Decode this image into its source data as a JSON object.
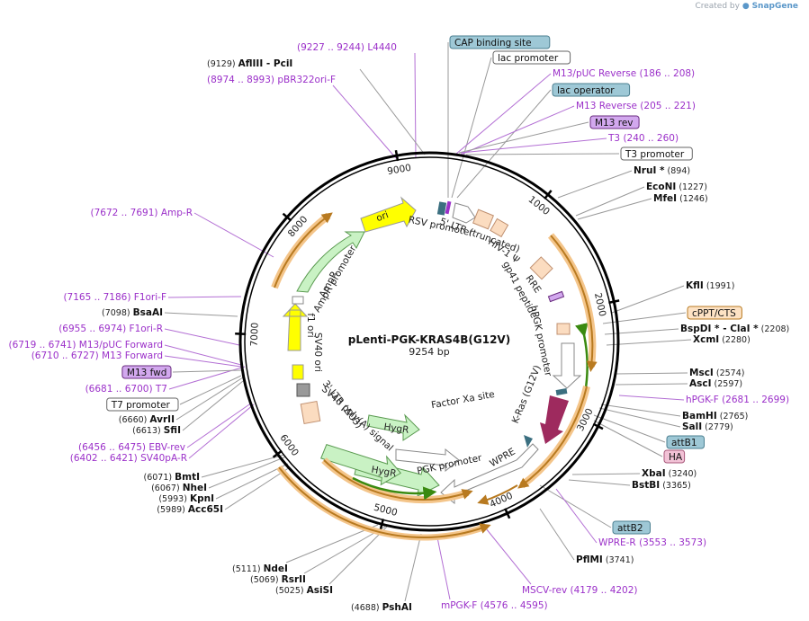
{
  "credit": {
    "prefix": "Created by",
    "brand": "SnapGene"
  },
  "plasmid": {
    "name": "pLenti-PGK-KRAS4B(G12V)",
    "size_label": "9254 bp"
  },
  "colors": {
    "primer": "#9b30c9",
    "site_line": "#888888",
    "backbone": "#000000",
    "orf_highlight": "#f4c58a",
    "orf_line": "#b87a20",
    "green_line": "#3a8a10",
    "protein_box": "#d2a8ee",
    "misc_box": "#9ec8d6"
  },
  "ring_ticks": [
    {
      "label": "1000"
    },
    {
      "label": "2000"
    },
    {
      "label": "3000"
    },
    {
      "label": "4000"
    },
    {
      "label": "5000"
    },
    {
      "label": "6000"
    },
    {
      "label": "7000"
    },
    {
      "label": "8000"
    },
    {
      "label": "9000"
    }
  ],
  "top_labels": [
    {
      "pos": "(9227 .. 9244)",
      "name": "L4440",
      "kind": "primer"
    },
    {
      "pos": "(9129)",
      "name": "AflIII  -  PciI",
      "kind": "site"
    },
    {
      "pos": "(8974 .. 8993)",
      "name": "pBR322ori-F",
      "kind": "primer"
    }
  ],
  "right_labels": [
    {
      "name": "CAP binding site",
      "kind": "box_misc"
    },
    {
      "name": "lac promoter",
      "kind": "box_white"
    },
    {
      "name": "M13/pUC Reverse",
      "pos": "(186 .. 208)",
      "kind": "primer"
    },
    {
      "name": "lac operator",
      "kind": "box_misc"
    },
    {
      "name": "M13 Reverse",
      "pos": "(205 .. 221)",
      "kind": "primer"
    },
    {
      "name": "M13 rev",
      "kind": "box_primer"
    },
    {
      "name": "T3",
      "pos": "(240 .. 260)",
      "kind": "primer"
    },
    {
      "name": "T3 promoter",
      "kind": "box_white"
    },
    {
      "name": "NruI *",
      "pos": "(894)",
      "kind": "site"
    },
    {
      "name": "EcoNI",
      "pos": "(1227)",
      "kind": "site"
    },
    {
      "name": "MfeI",
      "pos": "(1246)",
      "kind": "site"
    },
    {
      "name": "KflI",
      "pos": "(1991)",
      "kind": "site"
    },
    {
      "name": "cPPT/CTS",
      "kind": "box_orange"
    },
    {
      "name": "BspDI *  -  ClaI *",
      "pos": "(2208)",
      "kind": "site"
    },
    {
      "name": "XcmI",
      "pos": "(2280)",
      "kind": "site"
    },
    {
      "name": "MscI",
      "pos": "(2574)",
      "kind": "site"
    },
    {
      "name": "AscI",
      "pos": "(2597)",
      "kind": "site"
    },
    {
      "name": "hPGK-F",
      "pos": "(2681 .. 2699)",
      "kind": "primer"
    },
    {
      "name": "BamHI",
      "pos": "(2765)",
      "kind": "site"
    },
    {
      "name": "SalI",
      "pos": "(2779)",
      "kind": "site"
    },
    {
      "name": "attB1",
      "kind": "box_misc"
    },
    {
      "name": "HA",
      "kind": "box_pink"
    },
    {
      "name": "XbaI",
      "pos": "(3240)",
      "kind": "site"
    },
    {
      "name": "BstBI",
      "pos": "(3365)",
      "kind": "site"
    },
    {
      "name": "attB2",
      "kind": "box_misc"
    },
    {
      "name": "WPRE-R",
      "pos": "(3553 .. 3573)",
      "kind": "primer"
    },
    {
      "name": "PflMI",
      "pos": "(3741)",
      "kind": "site"
    }
  ],
  "bottom_labels": [
    {
      "name": "MSCV-rev",
      "pos": "(4179 .. 4202)",
      "kind": "primer"
    },
    {
      "name": "mPGK-F",
      "pos": "(4576 .. 4595)",
      "kind": "primer"
    },
    {
      "name": "PshAI",
      "pos": "(4688)",
      "kind": "site"
    },
    {
      "name": "AsiSI",
      "pos": "(5025)",
      "kind": "site"
    },
    {
      "name": "RsrII",
      "pos": "(5069)",
      "kind": "site"
    },
    {
      "name": "NdeI",
      "pos": "(5111)",
      "kind": "site"
    }
  ],
  "left_labels": [
    {
      "name": "Acc65I",
      "pos": "(5989)",
      "kind": "site"
    },
    {
      "name": "KpnI",
      "pos": "(5993)",
      "kind": "site"
    },
    {
      "name": "NheI",
      "pos": "(6067)",
      "kind": "site"
    },
    {
      "name": "BmtI",
      "pos": "(6071)",
      "kind": "site"
    },
    {
      "name": "SV40pA-R",
      "pos": "(6402 .. 6421)",
      "kind": "primer"
    },
    {
      "name": "EBV-rev",
      "pos": "(6456 .. 6475)",
      "kind": "primer"
    },
    {
      "name": "SfiI",
      "pos": "(6613)",
      "kind": "site"
    },
    {
      "name": "AvrII",
      "pos": "(6660)",
      "kind": "site"
    },
    {
      "name": "T7 promoter",
      "kind": "box_white"
    },
    {
      "name": "T7",
      "pos": "(6681 .. 6700)",
      "kind": "primer"
    },
    {
      "name": "M13 fwd",
      "kind": "box_primer"
    },
    {
      "name": "M13 Forward",
      "pos": "(6710 .. 6727)",
      "kind": "primer"
    },
    {
      "name": "M13/pUC Forward",
      "pos": "(6719 .. 6741)",
      "kind": "primer"
    },
    {
      "name": "F1ori-R",
      "pos": "(6955 .. 6974)",
      "kind": "primer"
    },
    {
      "name": "BsaAI",
      "pos": "(7098)",
      "kind": "site"
    },
    {
      "name": "F1ori-F",
      "pos": "(7165 .. 7186)",
      "kind": "primer"
    },
    {
      "name": "Amp-R",
      "pos": "(7672 .. 7691)",
      "kind": "primer"
    }
  ],
  "features": [
    {
      "name": "RSV promoter"
    },
    {
      "name": "5' LTR (truncated)"
    },
    {
      "name": "HIV-1 Ψ"
    },
    {
      "name": "RRE"
    },
    {
      "name": "gp41 peptide"
    },
    {
      "name": "hPGK promoter"
    },
    {
      "name": "K-Ras (G12V)"
    },
    {
      "name": "WPRE"
    },
    {
      "name": "PGK promoter"
    },
    {
      "name": "Factor Xa site"
    },
    {
      "name": "HygR"
    },
    {
      "name": "HygR"
    },
    {
      "name": "SV40 poly(A) signal"
    },
    {
      "name": "3' LTR (ΔU3)"
    },
    {
      "name": "SV40 ori"
    },
    {
      "name": "f1 ori"
    },
    {
      "name": "AmpR promoter"
    },
    {
      "name": "AmpR"
    },
    {
      "name": "ori"
    }
  ]
}
